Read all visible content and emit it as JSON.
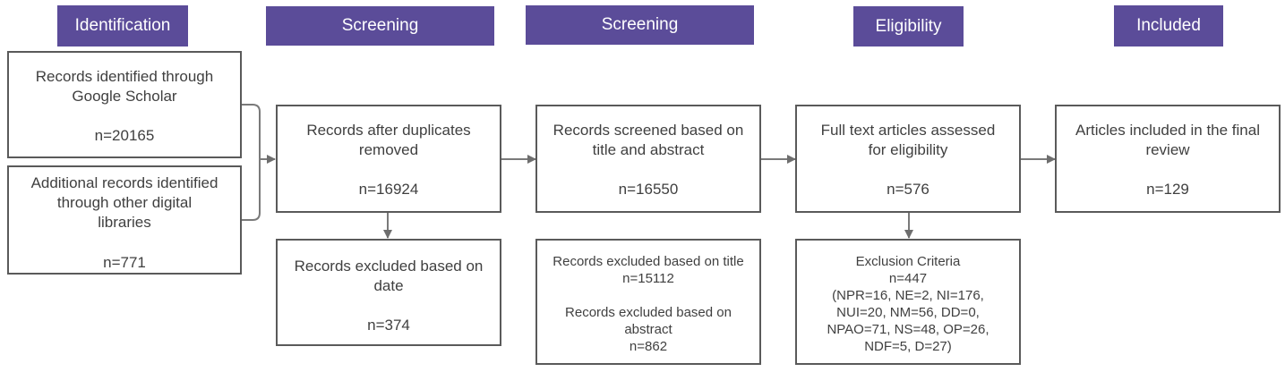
{
  "stages": {
    "identification": "Identification",
    "screening1": "Screening",
    "screening2": "Screening",
    "eligibility": "Eligibility",
    "included": "Included"
  },
  "boxes": {
    "google": {
      "text1": "Records identified through",
      "text2": "Google Scholar",
      "count": "n=20165"
    },
    "other": {
      "text1": "Additional records identified",
      "text2": "through  other digital",
      "text3": "libraries",
      "count": "n=771"
    },
    "dedup": {
      "text1": "Records after duplicates",
      "text2": "removed",
      "count": "n=16924"
    },
    "date_excl": {
      "text1": "Records excluded based on",
      "text2": "date",
      "count": "n=374"
    },
    "ta_screen": {
      "text1": "Records screened based on",
      "text2": "title and abstract",
      "count": "n=16550"
    },
    "ta_excl": {
      "title_line": "Records excluded based on title",
      "title_count": "n=15112",
      "abstract_line1": "Records excluded based on",
      "abstract_line2": "abstract",
      "abstract_count": "n=862"
    },
    "fulltext": {
      "text1": "Full text articles assessed",
      "text2": "for eligibility",
      "count": "n=576"
    },
    "exclusion": {
      "heading": "Exclusion Criteria",
      "count": "n=447",
      "line1": "(NPR=16,  NE=2, NI=176,",
      "line2": "NUI=20,  NM=56, DD=0,",
      "line3": "NPAO=71, NS=48, OP=26,",
      "line4": "NDF=5, D=27)"
    },
    "final": {
      "text1": "Articles included in the final",
      "text2": "review",
      "count": "n=129"
    }
  },
  "colors": {
    "stage_bg": "#5b4c99",
    "border": "#5a5a5a",
    "arrow": "#6e6e6e",
    "text": "#404040"
  }
}
